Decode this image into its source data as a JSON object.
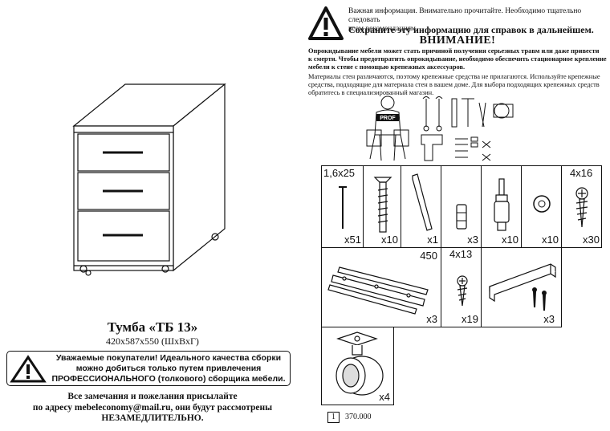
{
  "product": {
    "title": "Тумба «ТБ 13»",
    "dimensions": "420x587x550 (ШхВхГ)"
  },
  "notice": {
    "line1": "Уважаемые покупатели! Идеального качества сборки",
    "line2": "можно добиться только путем привлечения",
    "line3": "ПРОФЕССИОНАЛЬНОГО (толкового) сборщика мебели."
  },
  "contact": {
    "line1": "Все замечания и пожелания присылайте",
    "line2": "по адресу mebeleconomy@mail.ru, они будут рассмотрены",
    "line3": "НЕЗАМЕДЛИТЕЛЬНО."
  },
  "warning": {
    "intro1": "Важная информация. Внимательно прочитайте. Необходимо тщательно следовать",
    "intro2": "всем рекомендациям.",
    "keep": "Сохраните эту информацию для справок в дальнейшем.",
    "heading": "ВНИМАНИЕ!",
    "body1": "Опрокидывание мебели может стать причиной получения серьезных травм или даже привести",
    "body2": "к смерти. Чтобы предотвратить опрокидывание, необходимо обеспечить стационарное крепление",
    "body3": "мебели к стене с помощью крепежных аксессуаров.",
    "mat1": "Материалы стен различаются, поэтому  крепежные средства не прилагаются. Используйте крепежные",
    "mat2": "средства, подходящие для материала стен в вашем доме. Для выбора подходящих крепежных средств",
    "mat3": "обратитесь в специализированный магазин."
  },
  "hardware": {
    "row1": [
      {
        "label": "1,6x25",
        "qty": "x51"
      },
      {
        "label": "",
        "qty": "x10"
      },
      {
        "label": "",
        "qty": "x1"
      },
      {
        "label": "",
        "qty": "x3"
      },
      {
        "label": "",
        "qty": "x10"
      },
      {
        "label": "",
        "qty": "x10"
      },
      {
        "label": "4x16",
        "qty": "x30"
      }
    ],
    "row2": [
      {
        "label": "450",
        "qty": "x3"
      },
      {
        "label": "4x13",
        "qty": "x19"
      },
      {
        "label": "",
        "qty": "x3"
      }
    ],
    "row3": [
      {
        "label": "",
        "qty": "x4"
      }
    ]
  },
  "footer": {
    "page": "1",
    "code": "370.000"
  },
  "tool_brand": "PROF"
}
